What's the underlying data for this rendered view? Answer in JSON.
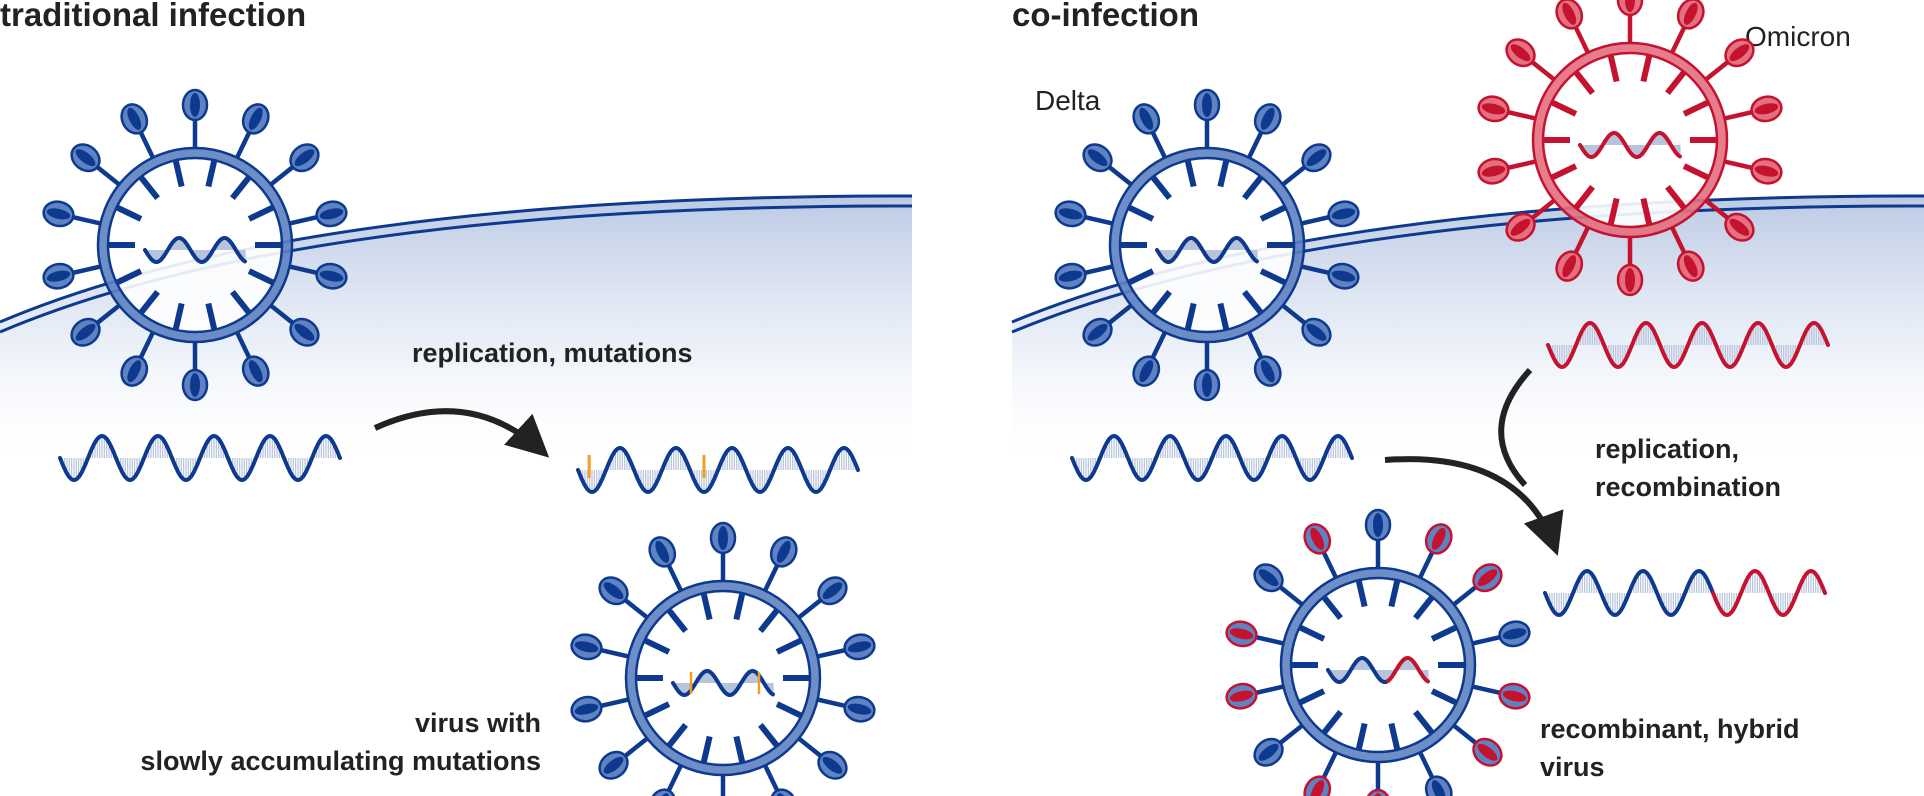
{
  "panels": {
    "traditional": {
      "title": "traditional infection",
      "step_label": "replication, mutations",
      "result_line1": "virus with",
      "result_line2": "slowly accumulating mutations"
    },
    "coinfection": {
      "title": "co-infection",
      "virus_a_label": "Delta",
      "virus_b_label": "Omicron",
      "step_line1": "replication,",
      "step_line2": "recombination",
      "result_line1": "recombinant, hybrid",
      "result_line2": "virus"
    }
  },
  "colors": {
    "delta": "#0d3a8e",
    "delta_light": "#5f82c3",
    "omicron": "#c4122f",
    "omicron_light": "#e57080",
    "mutation": "#f0a020",
    "arrow": "#222222",
    "text": "#222222"
  }
}
